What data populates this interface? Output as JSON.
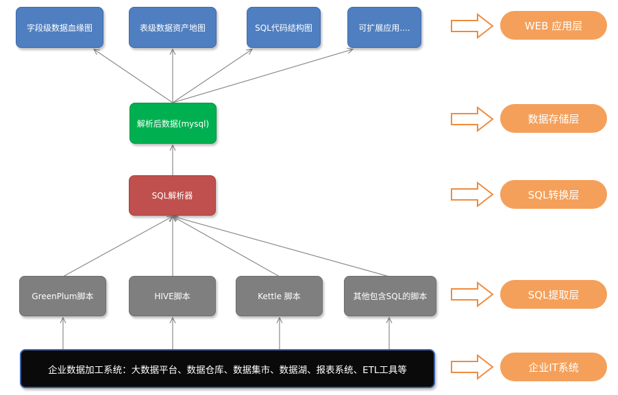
{
  "web_layer": {
    "app1": "字段级数据血缘图",
    "app2": "表级数据资产地图",
    "app3": "SQL代码结构图",
    "app4": "可扩展应用...."
  },
  "storage": {
    "label": "解析后数据(mysql)"
  },
  "parser": {
    "label": "SQL解析器"
  },
  "scripts": {
    "s1": "GreenPlum脚本",
    "s2": "HIVE脚本",
    "s3": "Kettle 脚本",
    "s4": "其他包含SQL的脚本"
  },
  "source": {
    "label": "企业数据加工系统：大数据平台、数据仓库、数据集市、数据湖、报表系统、ETL工具等"
  },
  "layers": {
    "web": "WEB 应用层",
    "storage": "数据存储层",
    "conversion": "SQL转换层",
    "extraction": "SQL提取层",
    "enterprise": "企业IT系统"
  },
  "colors": {
    "app_blue": "#4f7fc0",
    "storage_green": "#00b050",
    "parser_red": "#c0504d",
    "script_gray": "#7f7f7f",
    "source_black": "#0a0a0a",
    "layer_orange": "#f4a05a"
  }
}
